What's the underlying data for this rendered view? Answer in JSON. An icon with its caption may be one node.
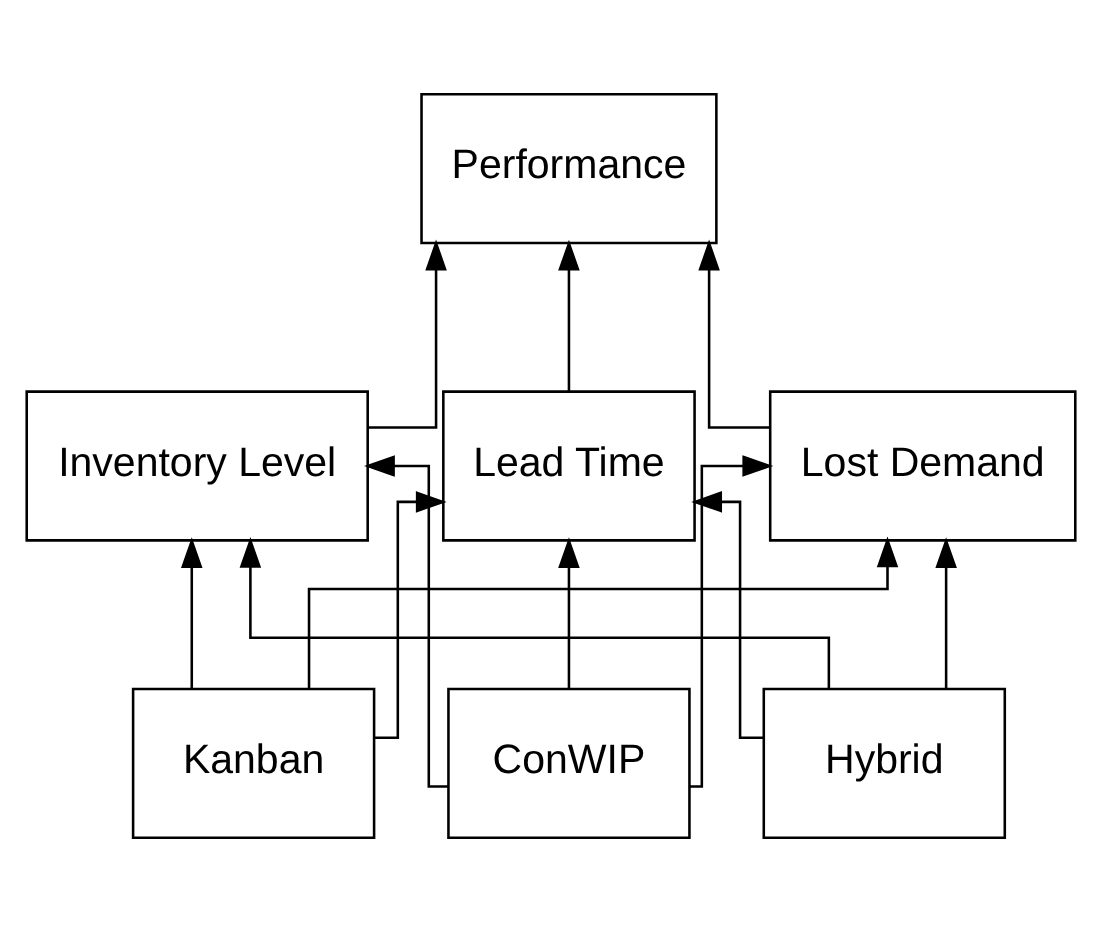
{
  "diagram": {
    "nodes": [
      {
        "text": [
          "Performance"
        ]
      },
      {
        "text": [
          "Inventory Level"
        ]
      },
      {
        "text": [
          "Lead Time"
        ]
      },
      {
        "text": [
          "Lost Demand"
        ]
      },
      {
        "text": [
          "Kanban"
        ]
      },
      {
        "text": [
          "ConWIP"
        ]
      },
      {
        "text": [
          "Hybrid"
        ]
      }
    ],
    "edges": [
      {
        "from": 1,
        "to": 0,
        "arrow": "to"
      },
      {
        "from": 2,
        "to": 0,
        "arrow": "to"
      },
      {
        "from": 3,
        "to": 0,
        "arrow": "to"
      },
      {
        "from": 4,
        "to": 1,
        "arrow": "to"
      },
      {
        "from": 4,
        "to": 2,
        "arrow": "to"
      },
      {
        "from": 4,
        "to": 3,
        "arrow": "to"
      },
      {
        "from": 5,
        "to": 1,
        "arrow": "to"
      },
      {
        "from": 5,
        "to": 2,
        "arrow": "to"
      },
      {
        "from": 5,
        "to": 3,
        "arrow": "to"
      },
      {
        "from": 6,
        "to": 1,
        "arrow": "to"
      },
      {
        "from": 6,
        "to": 2,
        "arrow": "to"
      },
      {
        "from": 6,
        "to": 3,
        "arrow": "to"
      }
    ]
  }
}
